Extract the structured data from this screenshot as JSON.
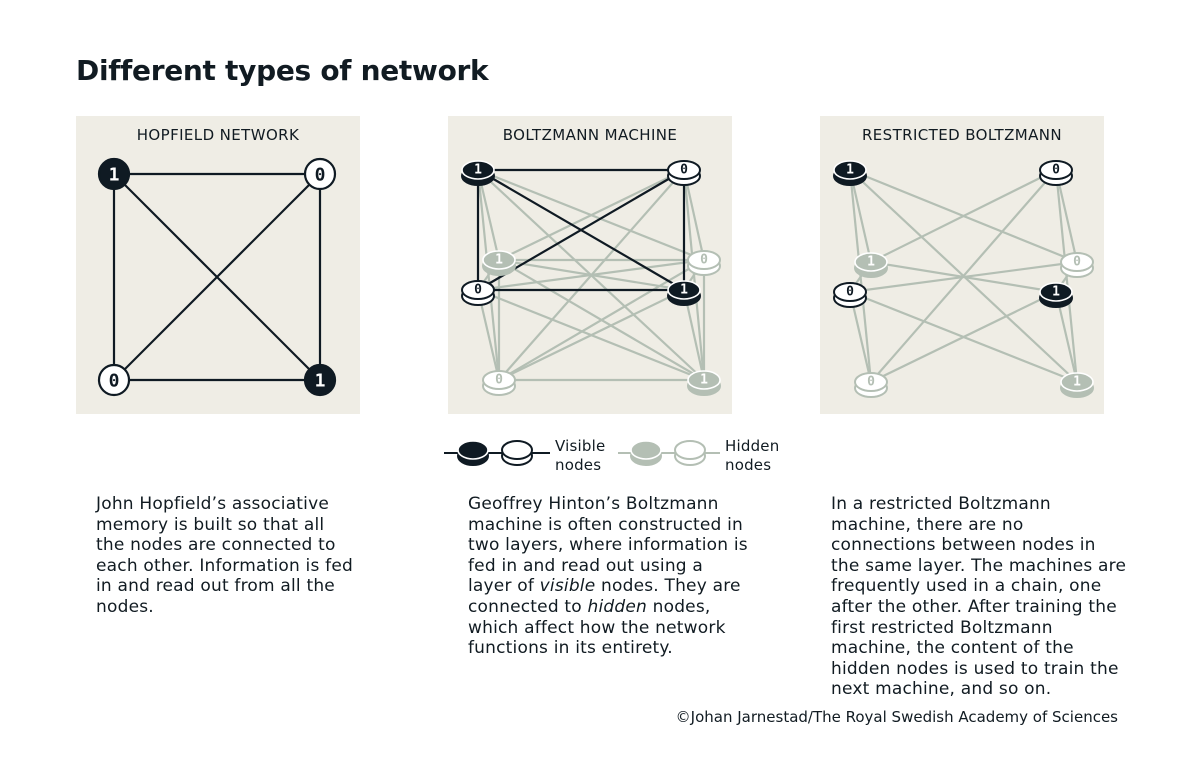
{
  "title": "Different types of network",
  "panels": {
    "hopfield": {
      "title": "HOPFIELD NETWORK"
    },
    "boltzmann": {
      "title": "BOLTZMANN MACHINE"
    },
    "restricted": {
      "title": "RESTRICTED BOLTZMANN"
    }
  },
  "nodes": {
    "hopfield": [
      {
        "value": "1",
        "type": "visible",
        "state": "on"
      },
      {
        "value": "0",
        "type": "visible",
        "state": "off"
      },
      {
        "value": "0",
        "type": "visible",
        "state": "off"
      },
      {
        "value": "1",
        "type": "visible",
        "state": "on"
      }
    ],
    "boltzmann_visible": [
      {
        "value": "1",
        "state": "on"
      },
      {
        "value": "0",
        "state": "off"
      },
      {
        "value": "0",
        "state": "off"
      },
      {
        "value": "1",
        "state": "on"
      }
    ],
    "boltzmann_hidden": [
      {
        "value": "1",
        "state": "on"
      },
      {
        "value": "0",
        "state": "off"
      },
      {
        "value": "0",
        "state": "off"
      },
      {
        "value": "1",
        "state": "on"
      }
    ],
    "restricted_visible": [
      {
        "value": "1",
        "state": "on"
      },
      {
        "value": "0",
        "state": "off"
      },
      {
        "value": "0",
        "state": "off"
      },
      {
        "value": "1",
        "state": "on"
      }
    ],
    "restricted_hidden": [
      {
        "value": "1",
        "state": "on"
      },
      {
        "value": "0",
        "state": "off"
      },
      {
        "value": "0",
        "state": "off"
      },
      {
        "value": "1",
        "state": "on"
      }
    ]
  },
  "legend": {
    "visible_line1": "Visible",
    "visible_line2": "nodes",
    "hidden_line1": "Hidden",
    "hidden_line2": "nodes"
  },
  "texts": {
    "hopfield": "John Hopfield’s associative memory is built so that all the nodes are connected to each other. Information is fed in and read out from all the nodes.",
    "boltzmann_p1": "Geoffrey Hinton’s Boltzmann machine is often constructed in two layers, where information is fed in and read out using a layer of ",
    "boltzmann_em1": "visible",
    "boltzmann_p2": " nodes. They are connected to ",
    "boltzmann_em2": "hidden",
    "boltzmann_p3": " nodes, which affect how the network functions in its entirety.",
    "restricted": "In a restricted Boltzmann machine, there are no connections between nodes in the same layer. The machines are frequently used in a chain, one after the other. After training the first restricted Boltzmann machine, the content of the hidden nodes is used to train the next machine, and so on."
  },
  "credit": "©Johan Jarnestad/The Royal Swedish Academy of Sciences",
  "colors": {
    "dark": "#0f1a23",
    "hidden": "#b4bfb4",
    "panel_bg": "#efede5"
  }
}
